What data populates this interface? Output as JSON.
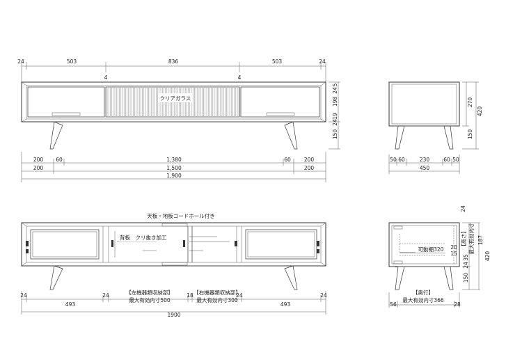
{
  "front": {
    "top_dims": [
      "24",
      "503",
      "836",
      "503",
      "24"
    ],
    "post_marks": [
      "4",
      "4"
    ],
    "glass_label": "クリアガラス",
    "right_dims": [
      "5",
      "24",
      "198",
      "19",
      "24",
      "150"
    ],
    "bottom_row1": [
      "200",
      "60",
      "1,380",
      "60",
      "200"
    ],
    "bottom_row2": [
      "200",
      "1,500",
      "200"
    ],
    "total": "1,900"
  },
  "side": {
    "right_dims": [
      "270",
      "420",
      "150"
    ],
    "bottom_row1": [
      "50",
      "60",
      "230",
      "60",
      "50"
    ],
    "total": "450"
  },
  "plan": {
    "title": "天板・地板コードホール付き",
    "back_label": "背板　クリ抜き加工",
    "left_storage": {
      "title": "【左機器類収納部】",
      "value": "最大有効内寸500"
    },
    "right_storage": {
      "title": "【右機器類収納部】",
      "value": "最大有効内寸300"
    },
    "bottom_row1": [
      "24",
      "493",
      "24",
      "18",
      "24",
      "493",
      "24"
    ],
    "total": "1900"
  },
  "section": {
    "shelf_label": "可動棚320",
    "height_title": "【高さ】",
    "height_value": "最大有効内寸",
    "inner_dims": [
      "20",
      "15"
    ],
    "right_dims": [
      "24",
      "187",
      "35",
      "24",
      "150",
      "420"
    ],
    "depth_title": "【奥行】",
    "depth_value": "最大有効内寸366",
    "bottom_dims": [
      "56",
      "28"
    ]
  }
}
